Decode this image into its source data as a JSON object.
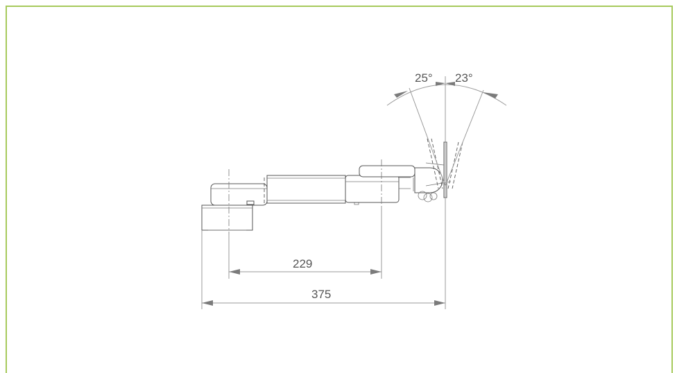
{
  "drawing": {
    "tilt_forward": "25°",
    "tilt_backward": "23°",
    "dimension_inner": "229",
    "dimension_outer": "375"
  }
}
